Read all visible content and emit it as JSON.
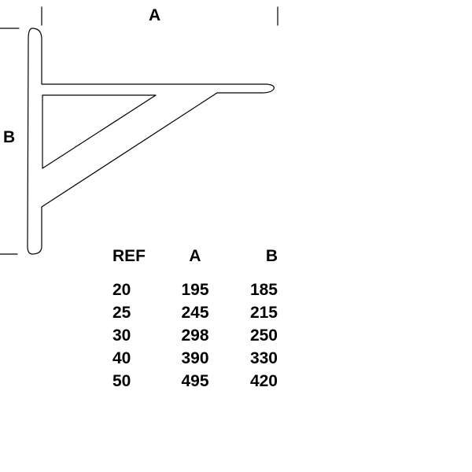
{
  "dimensions": {
    "a_label": "A",
    "b_label": "B"
  },
  "table": {
    "headers": [
      "REF",
      "A",
      "B"
    ],
    "rows": [
      [
        "20",
        "195",
        "185"
      ],
      [
        "25",
        "245",
        "215"
      ],
      [
        "30",
        "298",
        "250"
      ],
      [
        "40",
        "390",
        "330"
      ],
      [
        "50",
        "495",
        "420"
      ]
    ]
  },
  "colors": {
    "line": "#000000",
    "background": "#ffffff"
  }
}
